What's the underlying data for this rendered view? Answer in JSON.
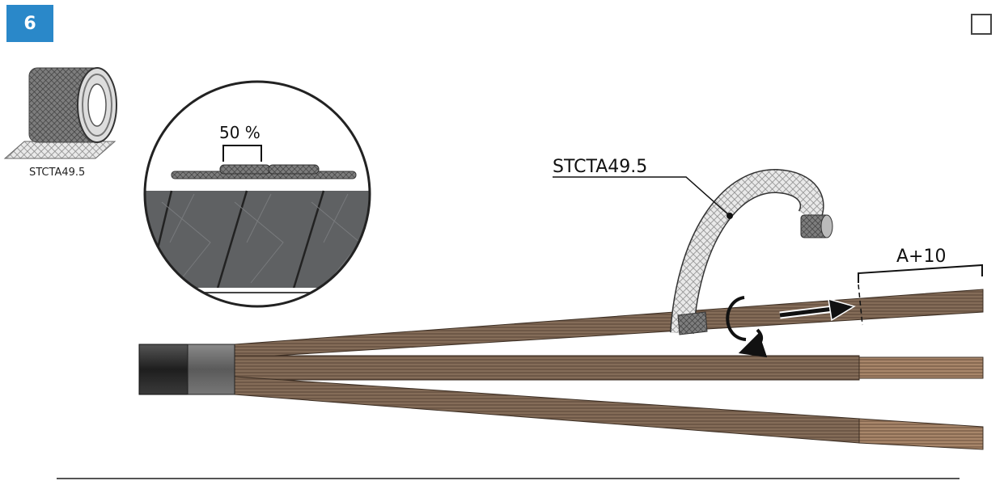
{
  "step": {
    "number": "6"
  },
  "product_roll": {
    "label": "STCTA49.5"
  },
  "detail_view": {
    "overlap_label": "50 %"
  },
  "callouts": {
    "tape_label": "STCTA49.5",
    "length_label": "A+10"
  },
  "colors": {
    "badge": "#2a88c9",
    "conductor": "#7a6452",
    "conductor_end": "#9c7a5e",
    "jacket": "#2b2b2b",
    "tape": "#8a8a8a",
    "detail_bg": "#5f6163"
  },
  "icons": [
    "checkbox-icon",
    "rotation-arrow-icon",
    "direction-arrow-icon",
    "tape-roll-icon"
  ]
}
